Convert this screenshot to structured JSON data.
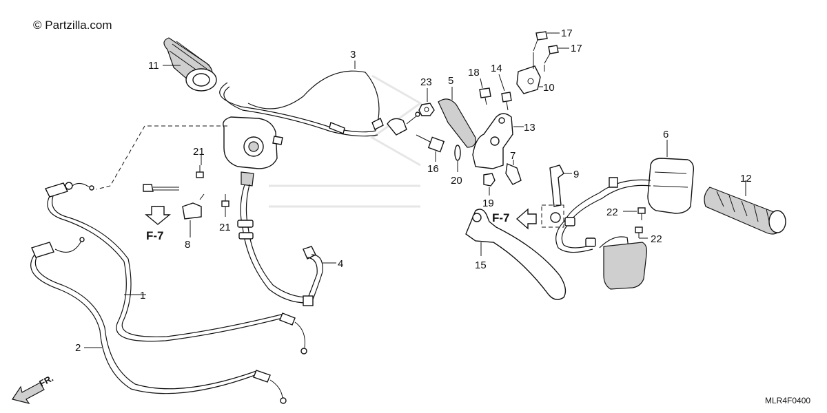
{
  "watermark": "© Partzilla.com",
  "diagram_code": "MLR4F0400",
  "front_indicator": "FR.",
  "figure_refs": [
    "F-7",
    "F-7"
  ],
  "callouts": {
    "c1": "1",
    "c2": "2",
    "c3": "3",
    "c4": "4",
    "c5": "5",
    "c6": "6",
    "c7": "7",
    "c8": "8",
    "c9": "9",
    "c10": "10",
    "c11": "11",
    "c12": "12",
    "c13": "13",
    "c14": "14",
    "c15": "15",
    "c16": "16",
    "c17a": "17",
    "c17b": "17",
    "c18": "18",
    "c19": "19",
    "c20": "20",
    "c21a": "21",
    "c21b": "21",
    "c22a": "22",
    "c22b": "22",
    "c23": "23"
  }
}
